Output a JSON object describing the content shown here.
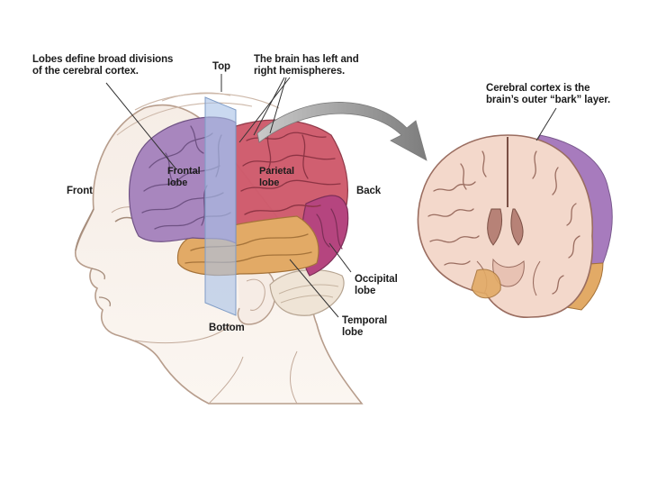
{
  "labels": {
    "lobes_caption": "Lobes define broad divisions\nof the cerebral cortex.",
    "hemispheres_caption": "The brain has left and\nright hemispheres.",
    "cortex_caption": "Cerebral cortex is the\nbrain’s outer “bark” layer.",
    "top": "Top",
    "bottom": "Bottom",
    "front": "Front",
    "back": "Back",
    "frontal_lobe": "Frontal\nlobe",
    "parietal_lobe": "Parietal\nlobe",
    "occipital_lobe": "Occipital\nlobe",
    "temporal_lobe": "Temporal\nlobe"
  },
  "colors": {
    "frontal": "#a886be",
    "parietal": "#cf5a6c",
    "occipital": "#b5457f",
    "temporal": "#e2aa66",
    "cerebellum": "#efe4d6",
    "section_tissue": "#f3d8cb",
    "section_outline": "#9a6d60",
    "cortex_band": "#a77bbd",
    "plane": "#a9c2e6",
    "arrow": "#8a8a8a",
    "leader": "#333333",
    "head_line": "#b79d8c"
  }
}
